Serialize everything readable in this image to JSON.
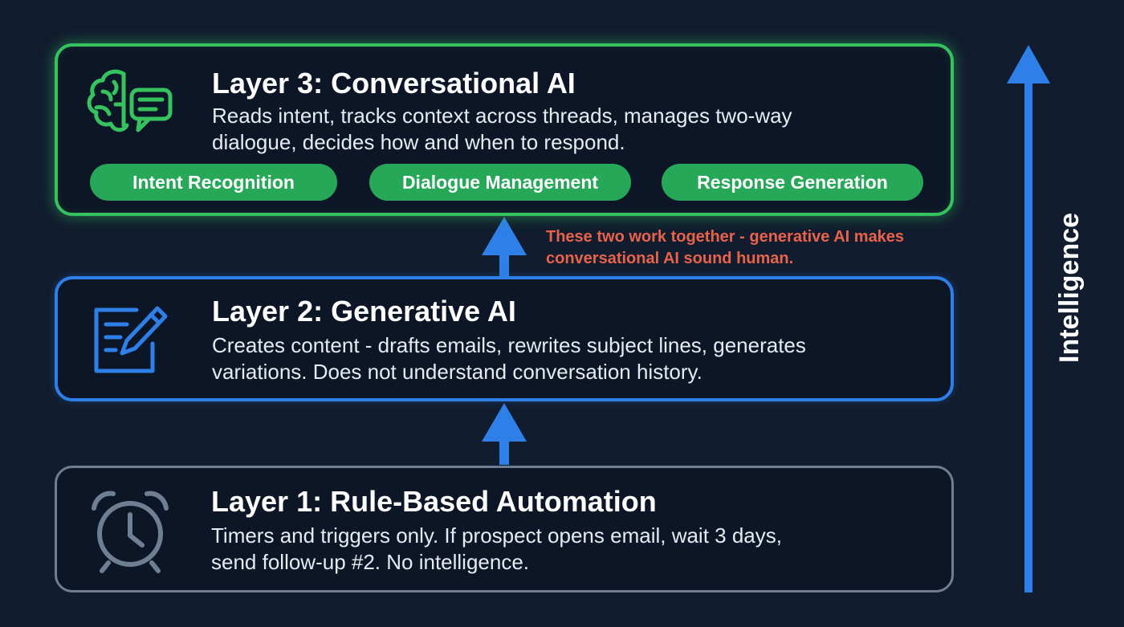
{
  "layers": [
    {
      "title": "Layer 3: Conversational AI",
      "description_line1": "Reads intent, tracks context across threads, manages two-way",
      "description_line2": "dialogue, decides how and when to respond.",
      "tags": [
        "Intent Recognition",
        "Dialogue Management",
        "Response Generation"
      ],
      "icon": "brain-chat-icon",
      "color": "#35c25f"
    },
    {
      "title": "Layer 2: Generative AI",
      "description_line1": "Creates content - drafts emails, rewrites subject lines, generates",
      "description_line2": "variations. Does not understand conversation history.",
      "icon": "document-pencil-icon",
      "color": "#2f7fe8"
    },
    {
      "title": "Layer 1: Rule-Based Automation",
      "description_line1": "Timers and triggers only. If prospect opens email, wait 3 days,",
      "description_line2": "send follow-up #2. No intelligence.",
      "icon": "alarm-clock-icon",
      "color": "#6f7f93"
    }
  ],
  "note": {
    "line1": "These two work together - generative AI makes",
    "line2": "conversational AI sound human.",
    "color": "#e9624a"
  },
  "axis_label": "Intelligence",
  "colors": {
    "background": "#111c2e",
    "arrow": "#2f7fe8"
  }
}
